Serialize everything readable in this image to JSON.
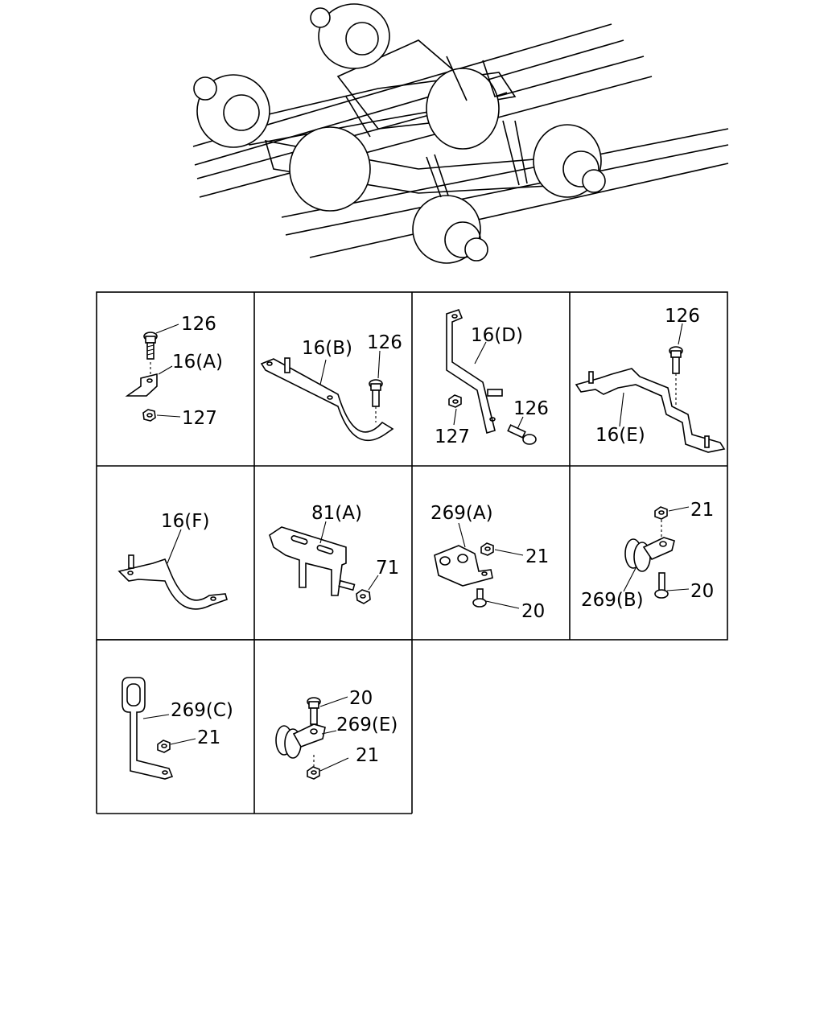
{
  "panels": [
    {
      "id": "a",
      "labels": [
        "126",
        "16(A)",
        "127"
      ]
    },
    {
      "id": "b",
      "labels": [
        "16(B)",
        "126"
      ]
    },
    {
      "id": "d",
      "labels": [
        "16(D)",
        "126",
        "127"
      ]
    },
    {
      "id": "e",
      "labels": [
        "126",
        "16(E)"
      ]
    },
    {
      "id": "f",
      "labels": [
        "16(F)"
      ]
    },
    {
      "id": "81a",
      "labels": [
        "81(A)",
        "71"
      ]
    },
    {
      "id": "269a",
      "labels": [
        "269(A)",
        "21",
        "20"
      ]
    },
    {
      "id": "269b",
      "labels": [
        "21",
        "20",
        "269(B)"
      ]
    },
    {
      "id": "269c",
      "labels": [
        "269(C)",
        "21"
      ]
    },
    {
      "id": "269e",
      "labels": [
        "20",
        "269(E)",
        "21"
      ]
    }
  ]
}
